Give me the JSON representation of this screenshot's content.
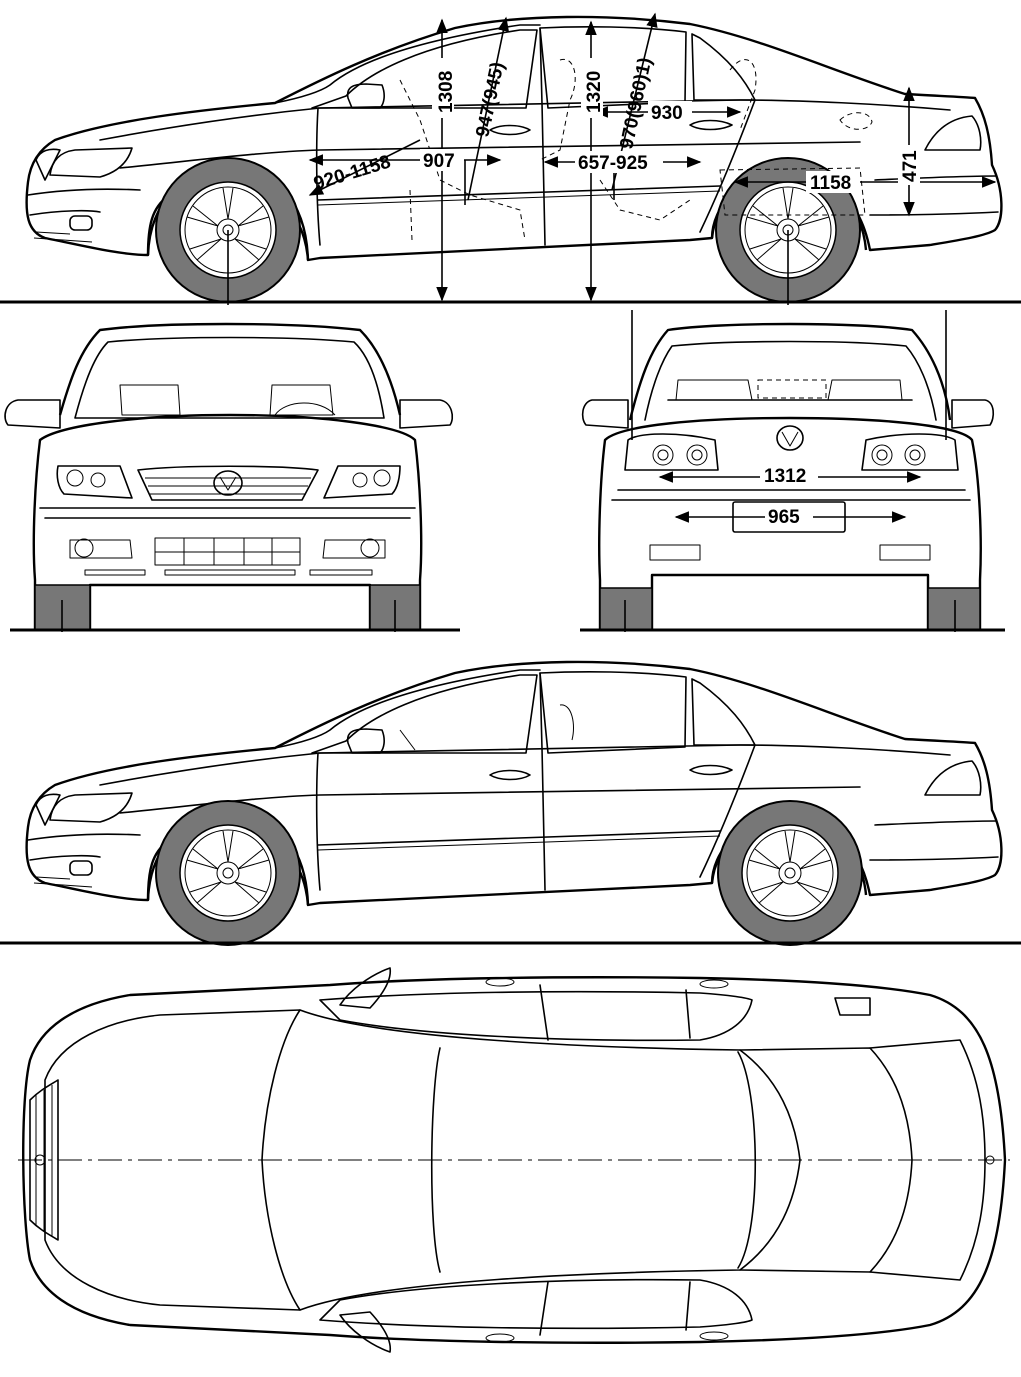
{
  "dimensions": {
    "height_front": "1308",
    "height_rear": "1320",
    "front_seat_height": "947(945)",
    "rear_seat_height": "970(960)1)",
    "front_leg": "920-1158",
    "front_reach": "907",
    "rear_leg": "657-925",
    "rear_shoulder": "930",
    "trunk_length": "1158",
    "trunk_height": "471",
    "rear_track_width": "1312",
    "plate_width": "965"
  }
}
